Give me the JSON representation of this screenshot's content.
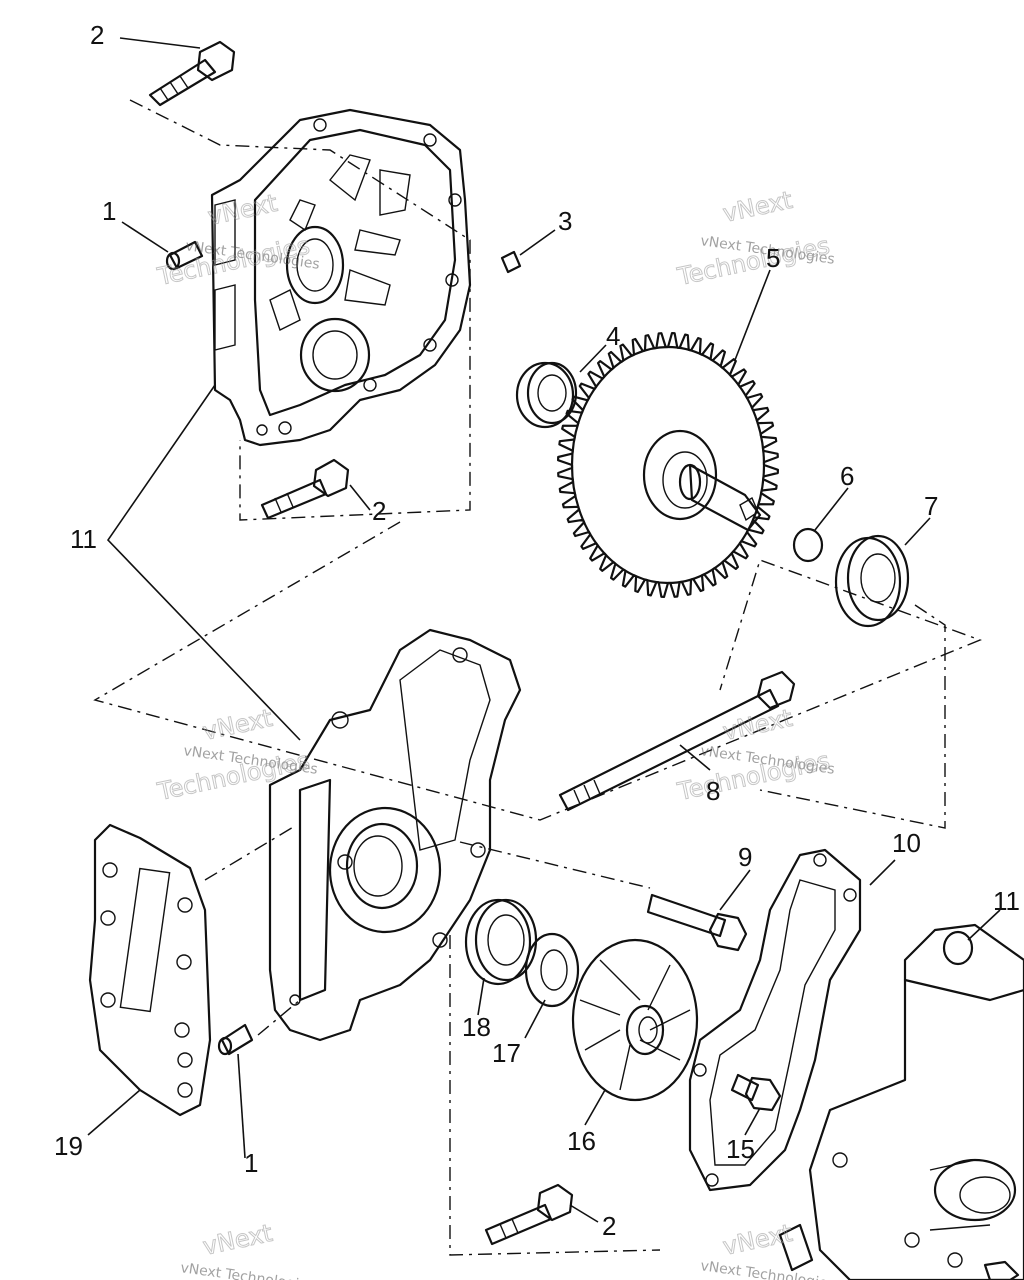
{
  "callouts": {
    "c2a": "2",
    "c1a": "1",
    "c3": "3",
    "c5": "5",
    "c4": "4",
    "c6": "6",
    "c7": "7",
    "c2b": "2",
    "c11a": "11",
    "c8": "8",
    "c9": "9",
    "c10": "10",
    "c11b": "11",
    "c18": "18",
    "c17": "17",
    "c16": "16",
    "c15": "15",
    "c19": "19",
    "c1b": "1",
    "c2c": "2"
  },
  "watermark": {
    "line1": "vNext Technologies",
    "line2": "vNext",
    "line3": "Technologies"
  }
}
